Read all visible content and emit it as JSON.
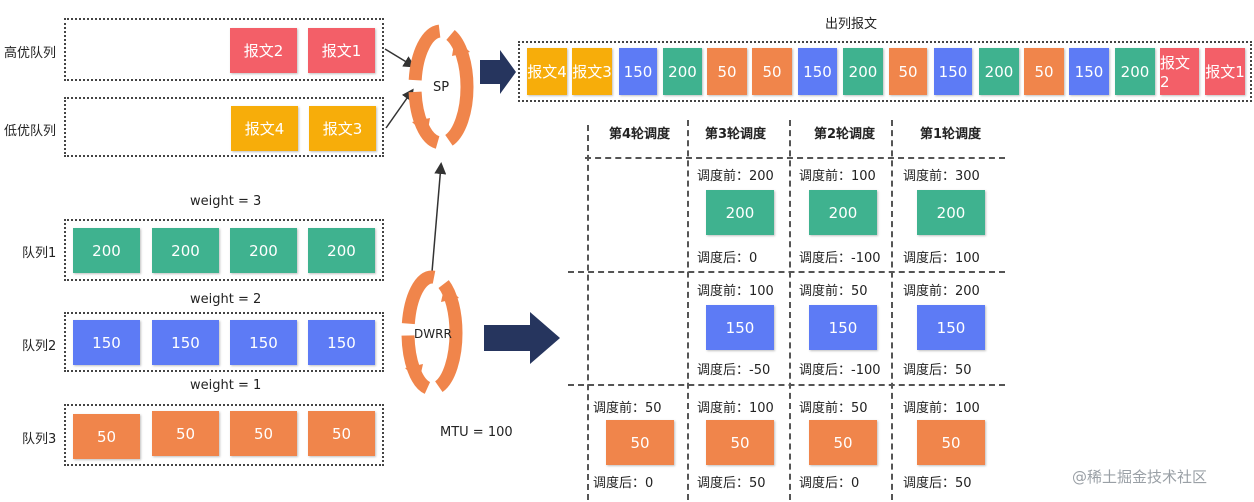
{
  "colors": {
    "red": "#f35f68",
    "yellow": "#f7ad0a",
    "blue": "#5d7bf5",
    "green": "#3fb28f",
    "orange": "#f0854b",
    "arrow": "#26355e"
  },
  "sp": {
    "label": "SP",
    "high_queue": {
      "label": "高优队列",
      "packets": [
        "报文2",
        "报文1"
      ]
    },
    "low_queue": {
      "label": "低优队列",
      "packets": [
        "报文4",
        "报文3"
      ]
    }
  },
  "dwrr": {
    "label": "DWRR",
    "mtu": "MTU = 100",
    "queues": [
      {
        "label": "队列1",
        "weight": "weight = 3",
        "packets": [
          "200",
          "200",
          "200",
          "200"
        ]
      },
      {
        "label": "队列2",
        "weight": "weight = 2",
        "packets": [
          "150",
          "150",
          "150",
          "150"
        ]
      },
      {
        "label": "队列3",
        "weight": "weight = 1",
        "packets": [
          "50",
          "50",
          "50",
          "50"
        ]
      }
    ]
  },
  "output": {
    "title": "出列报文",
    "packets": [
      "报文4",
      "报文3",
      "150",
      "200",
      "50",
      "50",
      "150",
      "200",
      "50",
      "150",
      "200",
      "50",
      "150",
      "200",
      "报文2",
      "报文1"
    ]
  },
  "rounds": {
    "headers": [
      "第4轮调度",
      "第3轮调度",
      "第2轮调度",
      "第1轮调度"
    ],
    "rows": [
      {
        "packet": "200",
        "cells": [
          null,
          {
            "before": "调度前：200",
            "after": "调度后：0"
          },
          {
            "before": "调度前：100",
            "after": "调度后：-100"
          },
          {
            "before": "调度前：300",
            "after": "调度后：100"
          }
        ]
      },
      {
        "packet": "150",
        "cells": [
          null,
          {
            "before": "调度前：100",
            "after": "调度后：-50"
          },
          {
            "before": "调度前：50",
            "after": "调度后：-100"
          },
          {
            "before": "调度前：200",
            "after": "调度后：50"
          }
        ]
      },
      {
        "packet": "50",
        "cells": [
          {
            "before": "调度前：50",
            "after": "调度后：0"
          },
          {
            "before": "调度前：100",
            "after": "调度后：50"
          },
          {
            "before": "调度前：50",
            "after": "调度后：0"
          },
          {
            "before": "调度前：100",
            "after": "调度后：50"
          }
        ]
      }
    ]
  },
  "watermark": "@稀土掘金技术社区"
}
